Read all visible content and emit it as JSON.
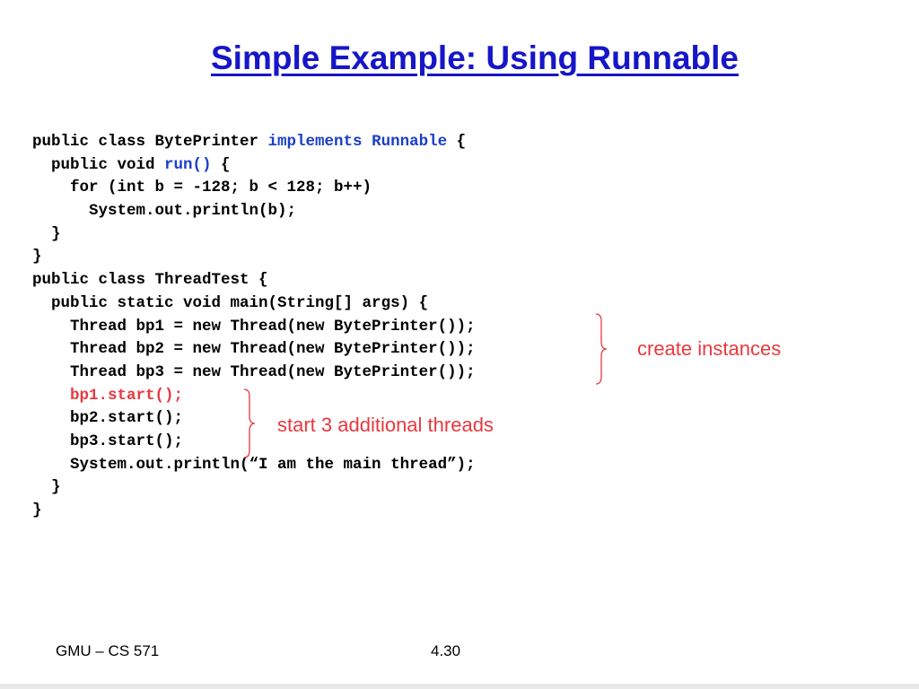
{
  "slide": {
    "title": "Simple Example: Using Runnable"
  },
  "code": {
    "l1_a": "public class BytePrinter ",
    "l1_b": "implements Runnable",
    "l1_c": " {",
    "l2_a": "  public void ",
    "l2_b": "run()",
    "l2_c": " {",
    "l3": "    for (int b = -128; b < 128; b++)",
    "l4": "      System.out.println(b);",
    "l5": "  }",
    "l6": "}",
    "l7": "public class ThreadTest {",
    "l8": "  public static void main(String[] args) {",
    "l9": "    Thread bp1 = new Thread(new BytePrinter());",
    "l10": "    Thread bp2 = new Thread(new BytePrinter());",
    "l11": "    Thread bp3 = new Thread(new BytePrinter());",
    "l12_indent": "    ",
    "l12": "bp1.start();",
    "l13": "    bp2.start();",
    "l14": "    bp3.start();",
    "l15": "    System.out.println(“I am the main thread”);",
    "l16": "  }",
    "l17": "}"
  },
  "annotations": {
    "create": "create instances",
    "start": "start 3 additional threads"
  },
  "footer": {
    "course": "GMU – CS 571",
    "page": "4.30"
  },
  "colors": {
    "title": "#1616c8",
    "keyword": "#1b3fc8",
    "highlight": "#e8383f"
  }
}
